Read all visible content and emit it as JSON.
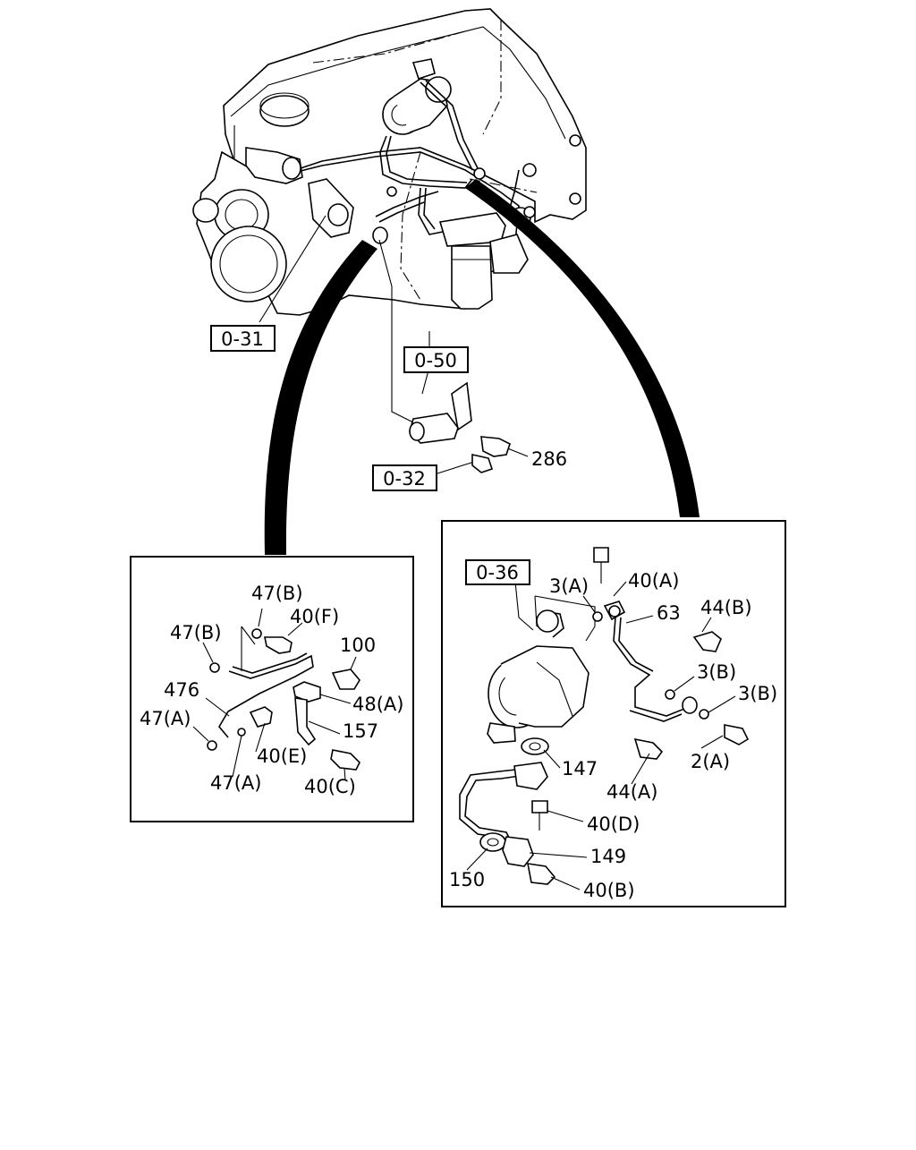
{
  "diagram": {
    "ref_labels": [
      "0-31",
      "0-50",
      "0-32",
      "0-36"
    ],
    "main_callouts": [
      "286"
    ],
    "left_inset_callouts": [
      "47(B)",
      "40(F)",
      "47(B)",
      "100",
      "476",
      "48(A)",
      "47(A)",
      "157",
      "40(E)",
      "47(A)",
      "40(C)"
    ],
    "right_inset_callouts": [
      "3(A)",
      "40(A)",
      "63",
      "44(B)",
      "3(B)",
      "3(B)",
      "147",
      "2(A)",
      "44(A)",
      "40(D)",
      "149",
      "150",
      "40(B)"
    ]
  }
}
